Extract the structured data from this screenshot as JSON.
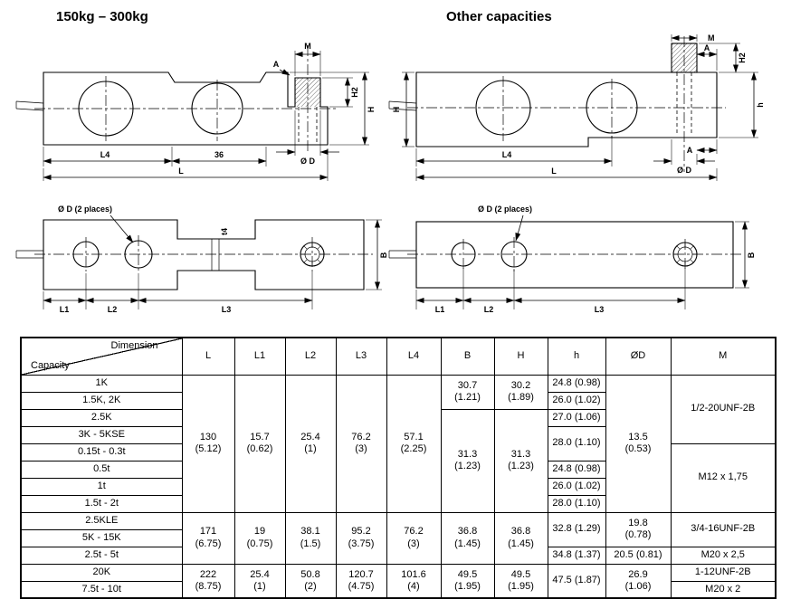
{
  "headings": {
    "left": "150kg – 300kg",
    "right": "Other capacities"
  },
  "labels": {
    "M": "M",
    "A": "A",
    "H2": "H2",
    "H": "H",
    "h": "h",
    "B": "B",
    "L": "L",
    "L1": "L1",
    "L2": "L2",
    "L3": "L3",
    "L4": "L4",
    "dim36": "36",
    "t4": "t4",
    "OD": "Ø D",
    "OD_2places": "Ø D (2 places)"
  },
  "table": {
    "header": {
      "dimension": "Dimension",
      "capacity": "Capacity",
      "cols": [
        "L",
        "L1",
        "L2",
        "L3",
        "L4",
        "B",
        "H",
        "h",
        "ØD",
        "M"
      ]
    },
    "capacities": [
      "1K",
      "1.5K, 2K",
      "2.5K",
      "3K - 5KSE",
      "0.15t - 0.3t",
      "0.5t",
      "1t",
      "1.5t - 2t",
      "2.5KLE",
      "5K - 15K",
      "2.5t - 5t",
      "20K",
      "7.5t - 10t"
    ],
    "cells": {
      "L_g1": "130\n(5.12)",
      "L1_g1": "15.7\n(0.62)",
      "L2_g1": "25.4\n(1)",
      "L3_g1": "76.2\n(3)",
      "L4_g1": "57.1\n(2.25)",
      "B_r12": "30.7\n(1.21)",
      "H_r12": "30.2\n(1.89)",
      "B_r38": "31.3\n(1.23)",
      "H_r38": "31.3\n(1.23)",
      "h_r1": "24.8 (0.98)",
      "h_r2": "26.0 (1.02)",
      "h_r3": "27.0 (1.06)",
      "h_r45": "28.0 (1.10)",
      "h_r6": "24.8 (0.98)",
      "h_r7": "26.0 (1.02)",
      "h_r8": "28.0 (1.10)",
      "OD_g1": "13.5\n(0.53)",
      "M_g1a": "1/2-20UNF-2B",
      "M_g1b": "M12 x 1,75",
      "L_g2": "171\n(6.75)",
      "L1_g2": "19\n(0.75)",
      "L2_g2": "38.1\n(1.5)",
      "L3_g2": "95.2\n(3.75)",
      "L4_g2": "76.2\n(3)",
      "B_g2": "36.8\n(1.45)",
      "H_g2": "36.8\n(1.45)",
      "h_r910": "32.8 (1.29)",
      "h_r11": "34.8 (1.37)",
      "OD_g2a": "19.8\n(0.78)",
      "OD_r11": "20.5 (0.81)",
      "M_g2a": "3/4-16UNF-2B",
      "M_g2b": "M20 x 2,5",
      "L_g3": "222\n(8.75)",
      "L1_g3": "25.4\n(1)",
      "L2_g3": "50.8\n(2)",
      "L3_g3": "120.7\n(4.75)",
      "L4_g3": "101.6\n(4)",
      "B_g3": "49.5\n(1.95)",
      "H_g3": "49.5\n(1.95)",
      "h_g3": "47.5 (1.87)",
      "OD_g3": "26.9\n(1.06)",
      "M_r12": "1-12UNF-2B",
      "M_r13": "M20 x 2"
    }
  }
}
